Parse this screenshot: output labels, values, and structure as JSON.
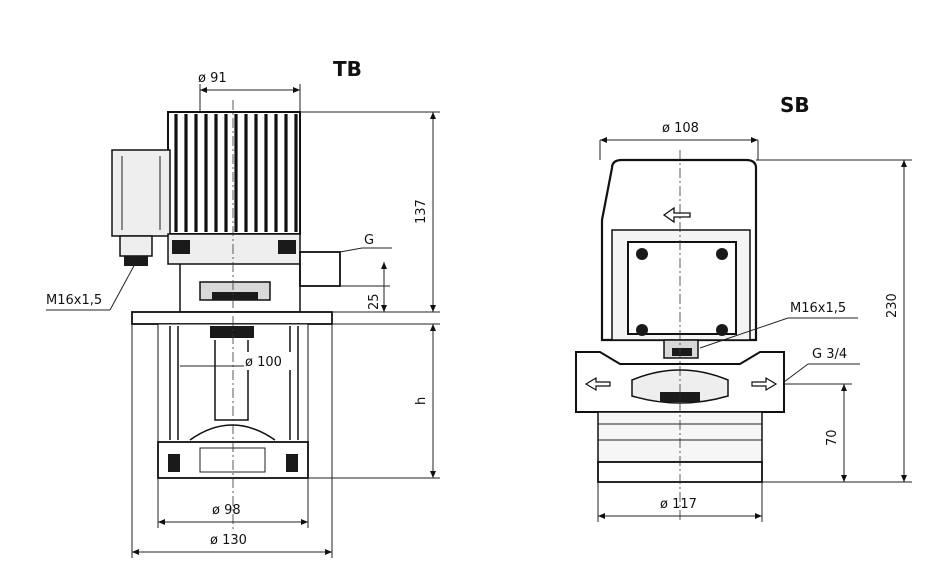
{
  "tb": {
    "title": "TB",
    "dia_top": "ø 91",
    "height_motor": "137",
    "port": "G",
    "offset": "25",
    "shaft_dia": "ø 100",
    "h": "h",
    "cable_gland": "M16x1,5",
    "base_dia": "ø 98",
    "flange_dia": "ø 130"
  },
  "sb": {
    "title": "SB",
    "dia_top": "ø 108",
    "height": "230",
    "cable_gland": "M16x1,5",
    "port": "G  3/4",
    "port_height": "70",
    "base_dia": "ø 117"
  }
}
